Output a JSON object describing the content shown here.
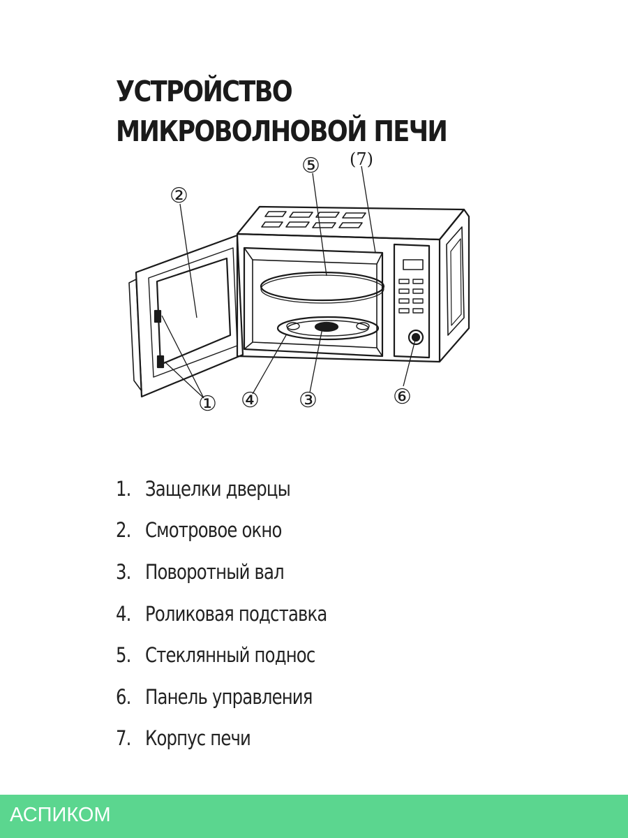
{
  "title": {
    "line1": "УСТРОЙСТВО",
    "line2": "МИКРОВОЛНОВОЙ ПЕЧИ"
  },
  "callouts": [
    "①",
    "②",
    "③",
    "④",
    "⑤",
    "⑥",
    "(7)"
  ],
  "parts": [
    {
      "num": "1.",
      "label": "Защелки дверцы"
    },
    {
      "num": "2.",
      "label": "Смотровое окно"
    },
    {
      "num": "3.",
      "label": "Поворотный вал"
    },
    {
      "num": "4.",
      "label": "Роликовая подставка"
    },
    {
      "num": "5.",
      "label": "Стеклянный поднос"
    },
    {
      "num": "6.",
      "label": "Панель управления"
    },
    {
      "num": "7.",
      "label": "Корпус печи"
    }
  ],
  "brand": {
    "name": "АСПИКОМ",
    "color": "#5bd68f"
  }
}
